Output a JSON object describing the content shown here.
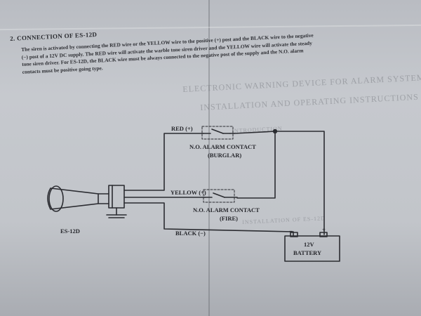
{
  "section_title": "2.  CONNECTION OF ES-12D",
  "paragraph": [
    "The siren is activated by connecting the RED wire or the YELLOW wire to the positive (+) post and the BLACK wire to the negative",
    "(−) post of a 12V DC supply.  The RED wire will activate the warble tone siren driver and the YELLOW wire will activate the steady",
    "tone siren driver.  For ES-12D, the BLACK wire must be always connected to the negative post of the supply and the N.O. alarm",
    "contacts must be positive going type."
  ],
  "diagram": {
    "red_wire": "RED (+)",
    "yellow_wire": "YELLOW (+)",
    "black_wire": "BLACK (−)",
    "contact_burglar_line1": "N.O. ALARM CONTACT",
    "contact_burglar_line2": "(BURGLAR)",
    "contact_fire_line1": "N.O. ALARM CONTACT",
    "contact_fire_line2": "(FIRE)",
    "battery_line1": "12V",
    "battery_line2": "BATTERY",
    "battery_neg": "−",
    "battery_pos": "+",
    "siren_model": "ES-12D"
  },
  "show_through": {
    "title1": "ELECTRONIC WARNING DEVICE FOR ALARM SYSTEMS",
    "title2": "INSTALLATION AND OPERATING INSTRUCTIONS",
    "intro": "INTRODUCTION",
    "install": "INSTALLATION OF ES-12D"
  }
}
